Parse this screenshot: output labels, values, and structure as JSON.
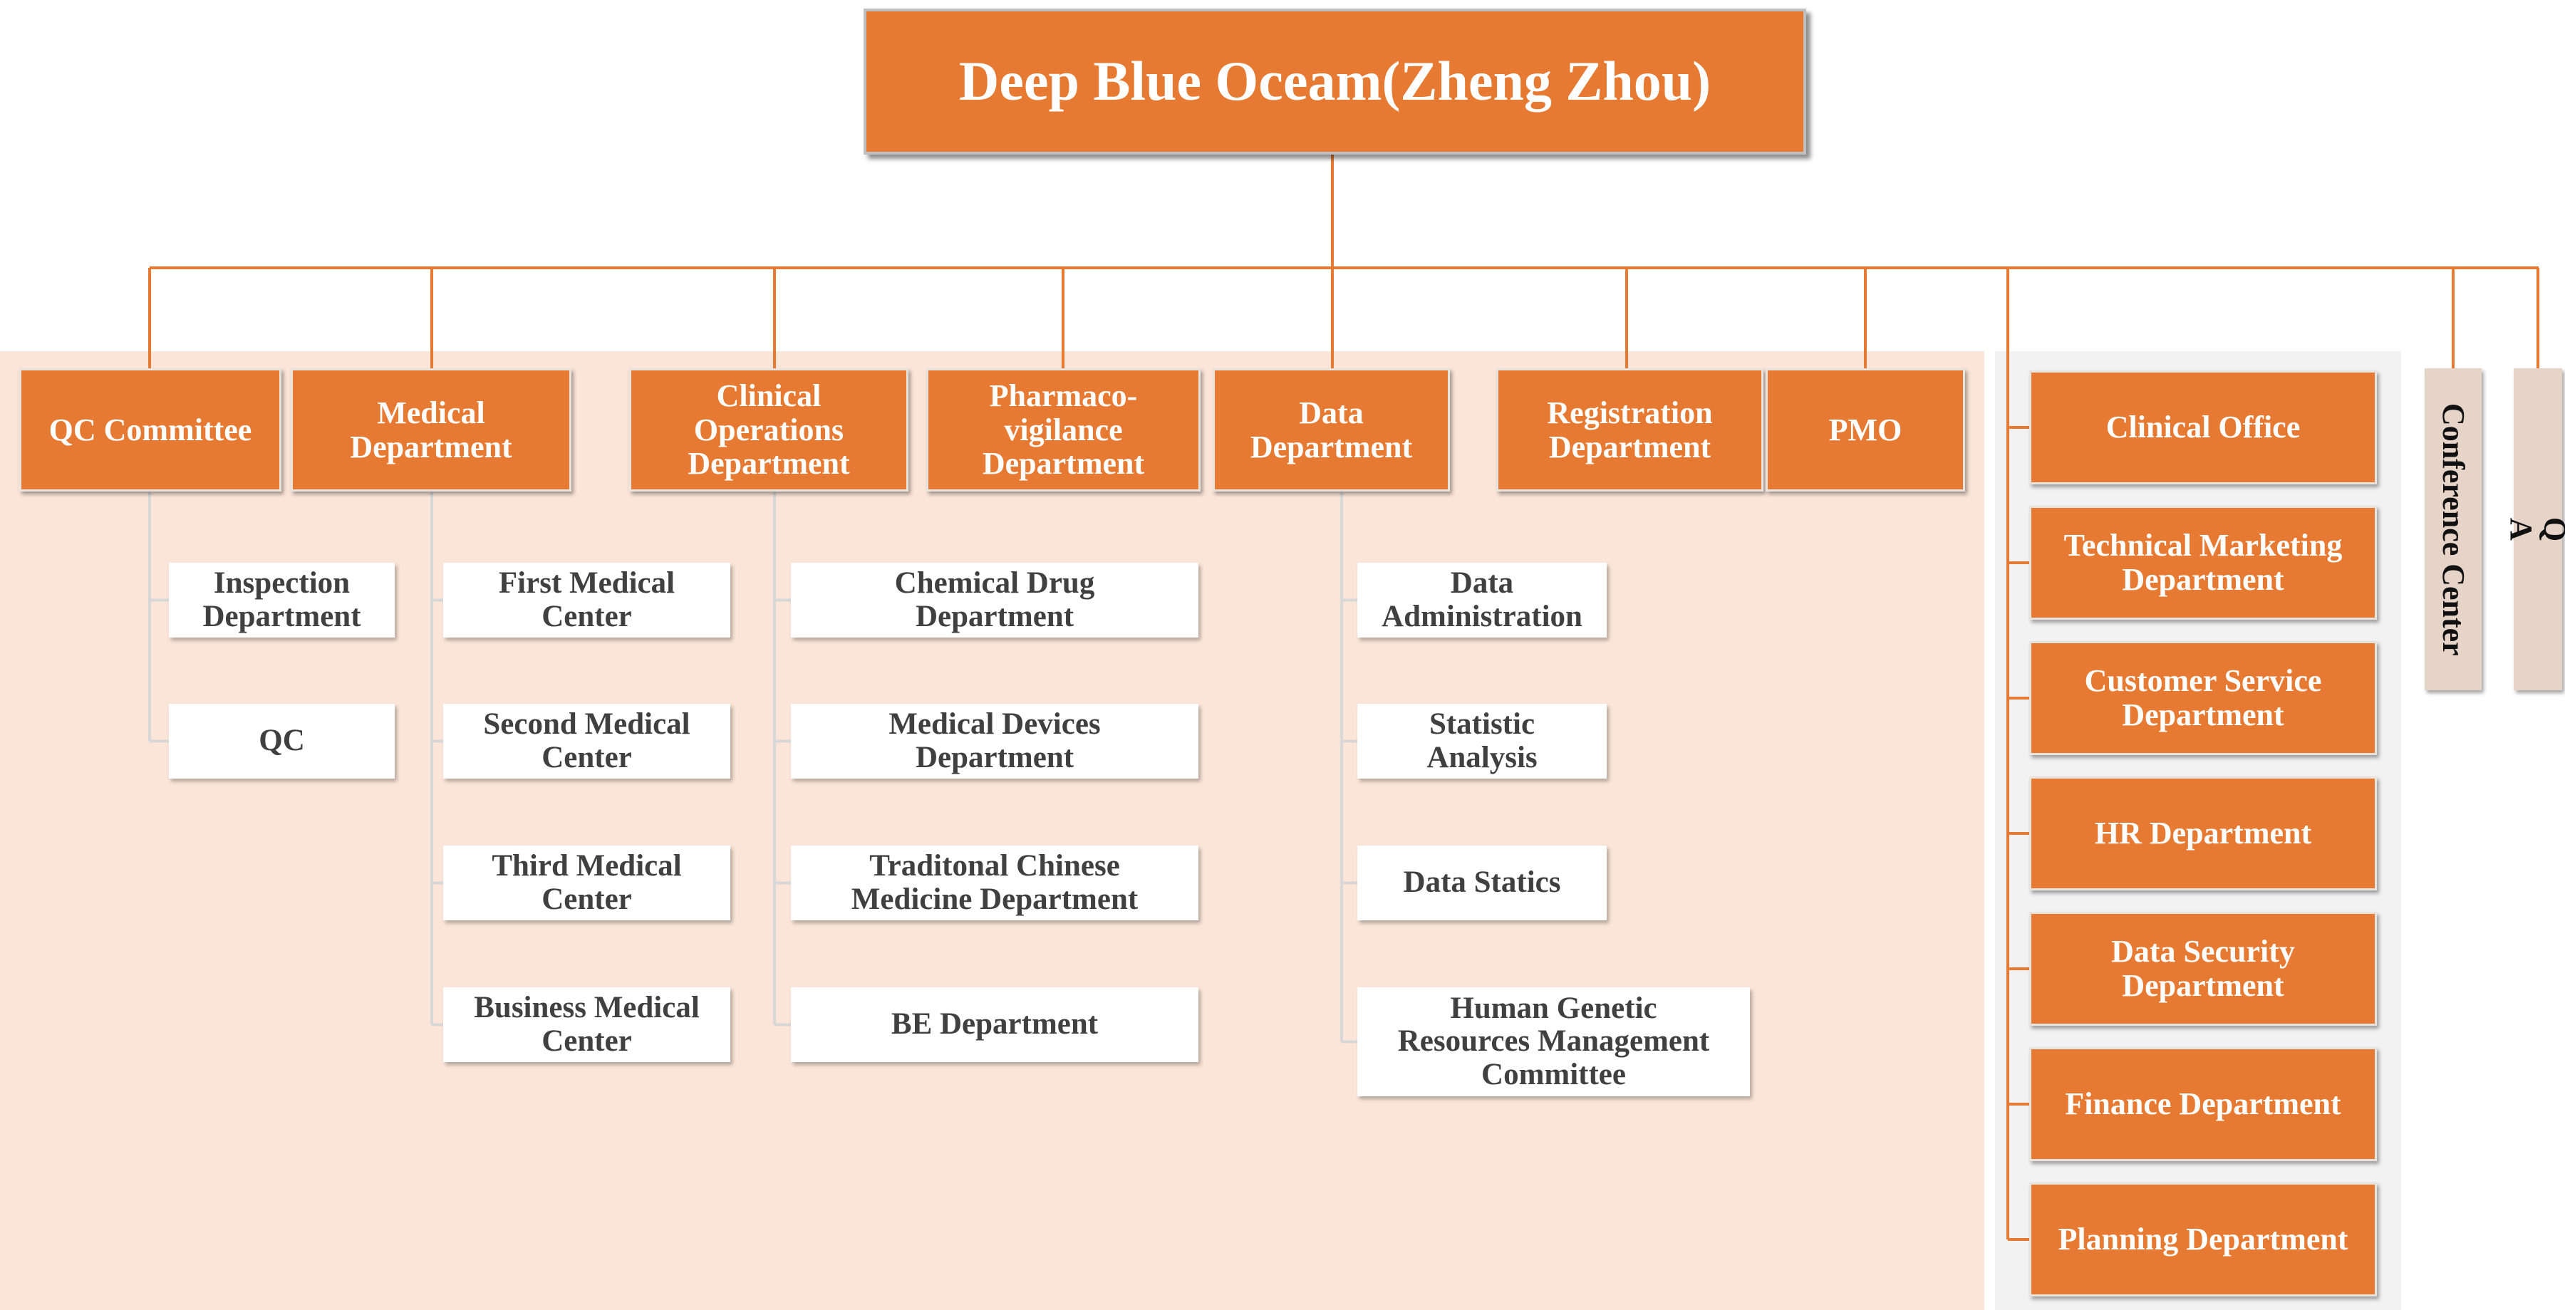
{
  "colors": {
    "accent": "#e67a33",
    "panel_left": "#fbe5d8",
    "panel_right": "#f2f2f2",
    "side_box": "#e7d4c8",
    "sub_text": "#404040"
  },
  "root": {
    "title": "Deep Blue Oceam(Zheng Zhou)"
  },
  "departments": [
    {
      "name": "QC Committee",
      "children": [
        "Inspection\nDepartment",
        "QC"
      ]
    },
    {
      "name": "Medical\nDepartment",
      "children": [
        "First Medical\nCenter",
        "Second Medical\nCenter",
        "Third Medical\nCenter",
        "Business Medical\nCenter"
      ]
    },
    {
      "name": "Clinical\nOperations\nDepartment",
      "children": [
        "Chemical Drug\nDepartment",
        "Medical Devices\nDepartment",
        "Traditonal Chinese\nMedicine Department",
        "BE Department"
      ]
    },
    {
      "name": "Pharmaco-\nvigilance\nDepartment",
      "children": []
    },
    {
      "name": "Data\nDepartment",
      "children": [
        "Data\nAdministration",
        "Statistic\nAnalysis",
        "Data Statics",
        "Human Genetic\nResources Management\nCommittee"
      ]
    },
    {
      "name": "Registration\nDepartment",
      "children": []
    },
    {
      "name": "PMO",
      "children": []
    }
  ],
  "support": [
    "Clinical Office",
    "Technical Marketing\nDepartment",
    "Customer Service\nDepartment",
    "HR Department",
    "Data Security\nDepartment",
    "Finance Department",
    "Planning Department"
  ],
  "side": [
    "Conference Center",
    "Q\nA"
  ]
}
